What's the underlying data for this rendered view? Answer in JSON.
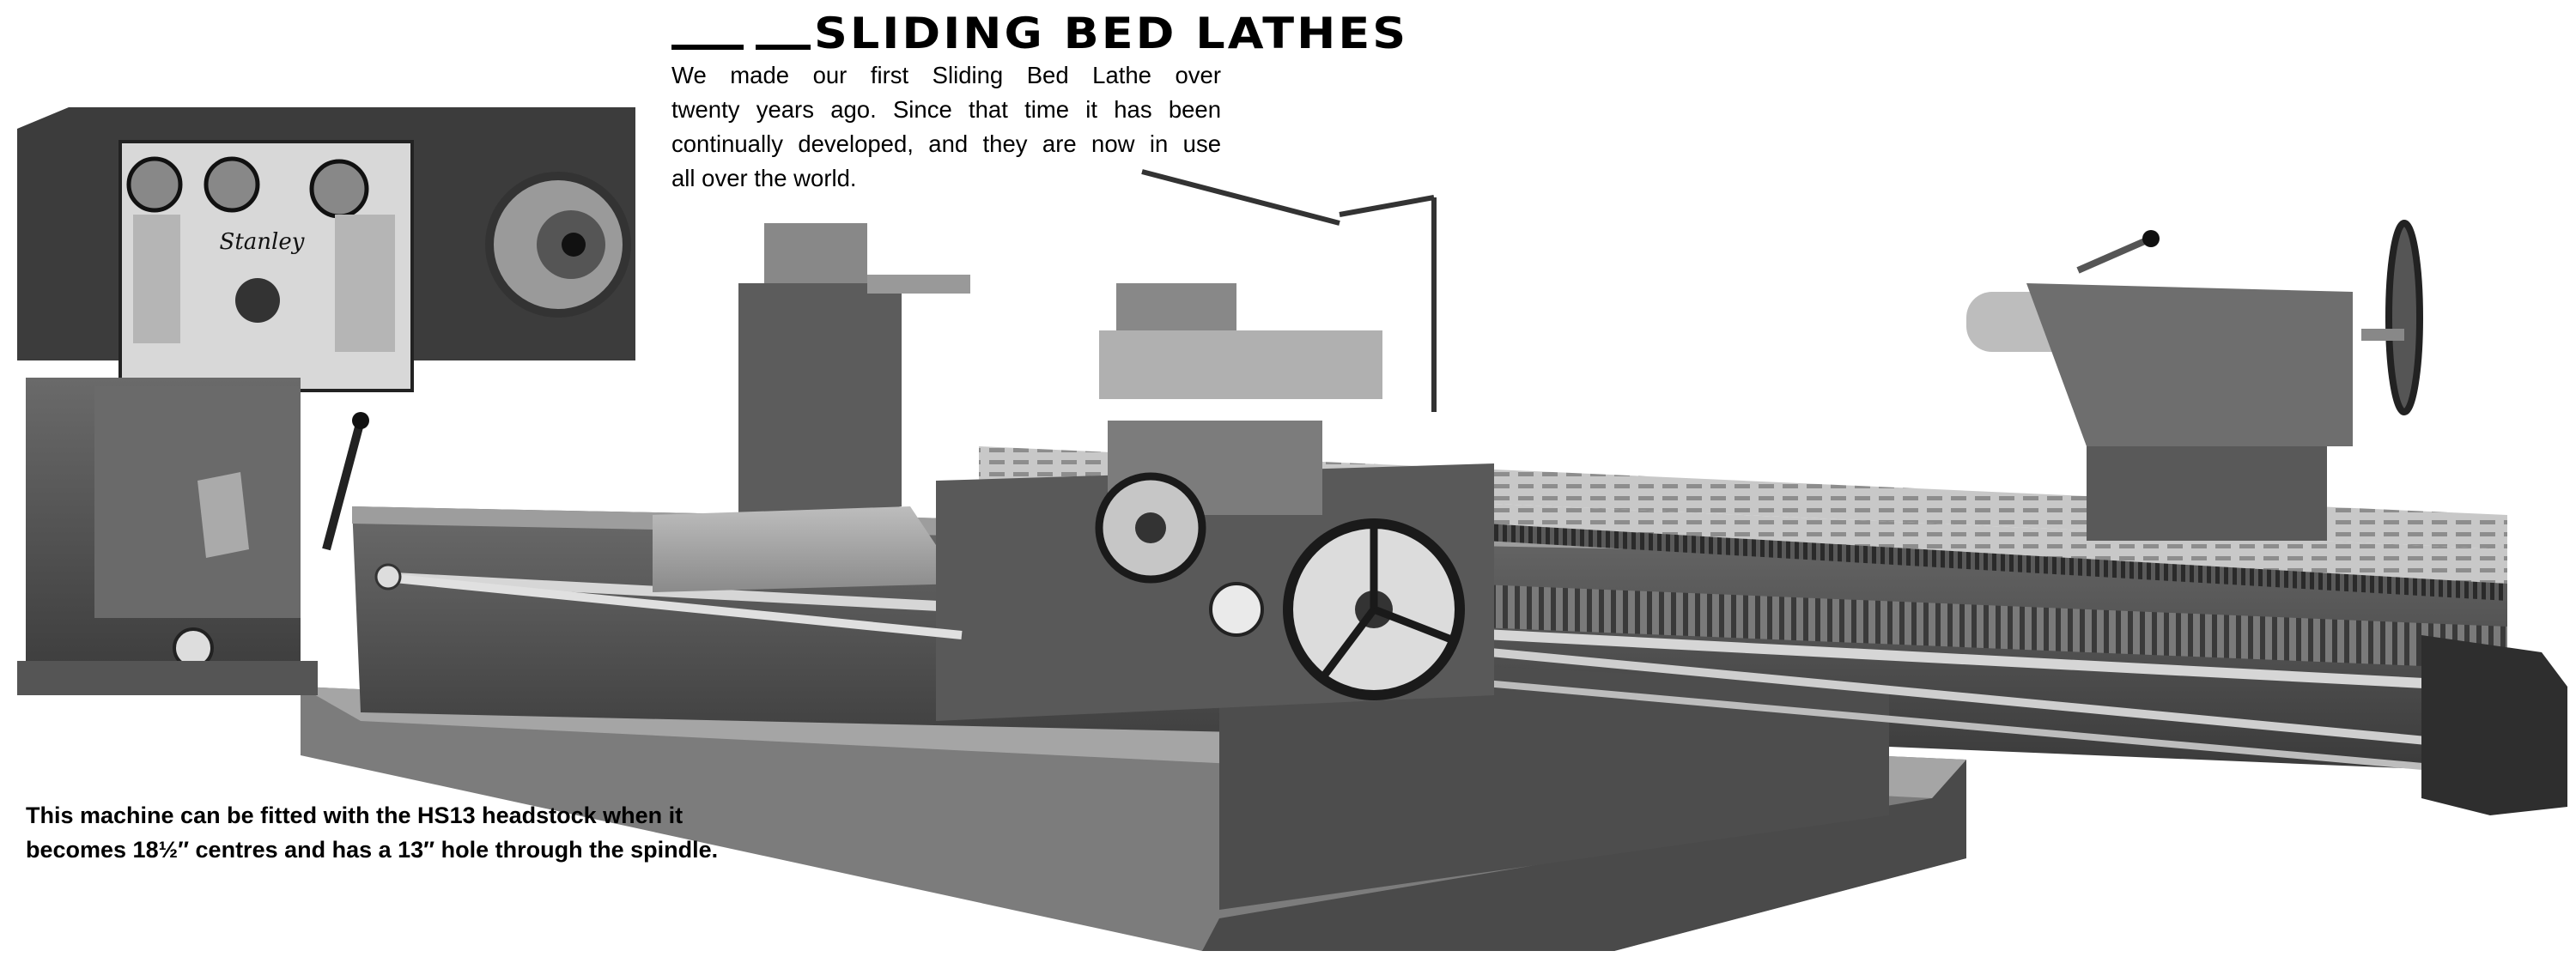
{
  "title": "SLIDING BED LATHES",
  "intro_lines": [
    "We made our first Sliding Bed Lathe over",
    "twenty years ago. Since that time it has been",
    "continually developed, and they are now in use",
    "all over the world."
  ],
  "caption_lines": [
    "This machine can be fitted with the HS13 headstock when it",
    "becomes 18½″ centres and has a 13″ hole through the spindle."
  ],
  "logo_text": "Stanley"
}
